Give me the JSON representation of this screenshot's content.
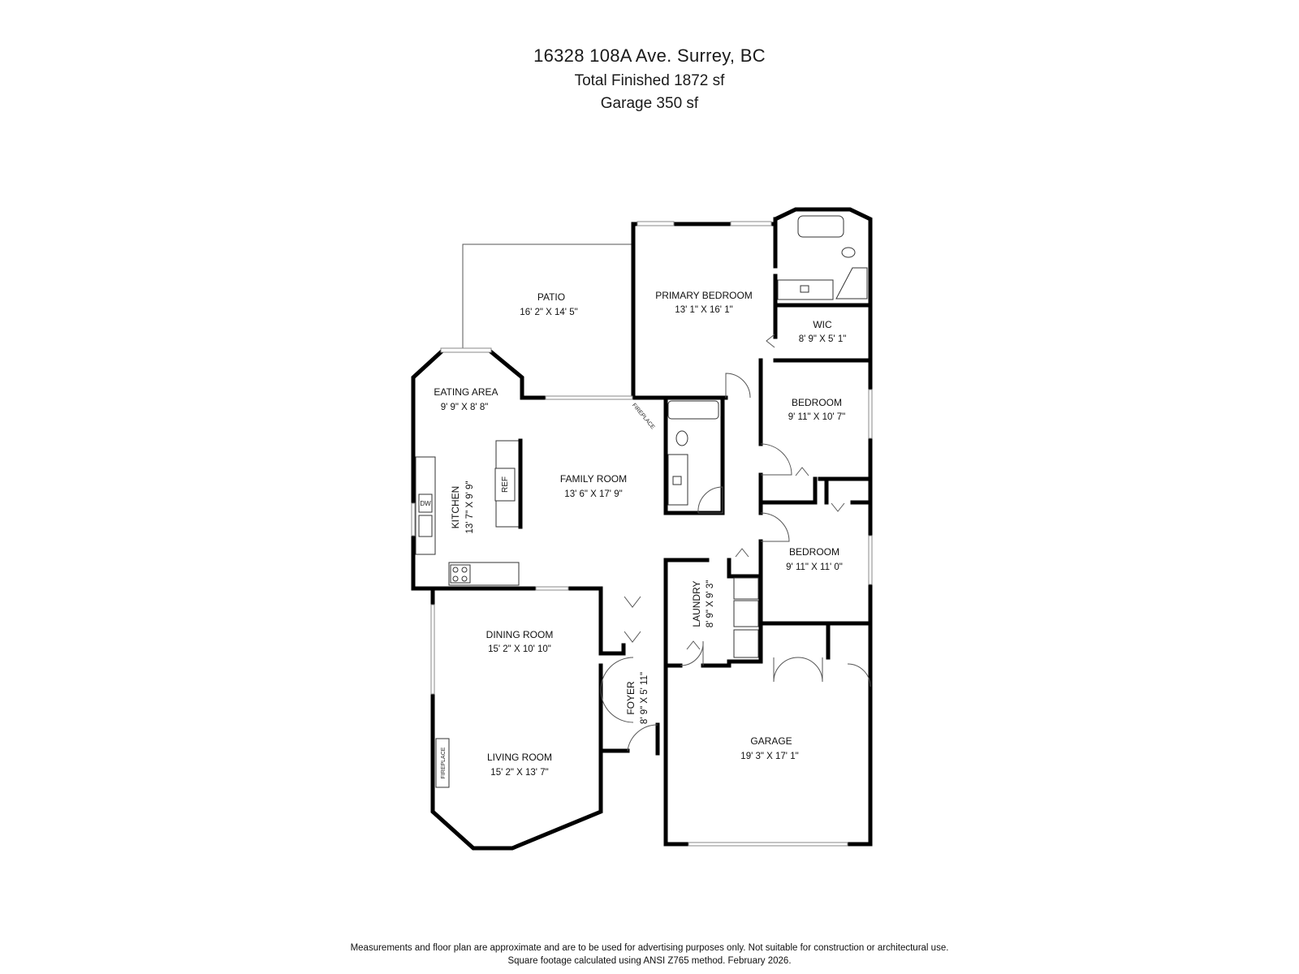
{
  "header": {
    "address": "16328 108A Ave. Surrey, BC",
    "total_finished": "Total Finished  1872 sf",
    "garage": "Garage  350 sf"
  },
  "rooms": {
    "patio": {
      "name": "PATIO",
      "dims": "16' 2\" X 14' 5\""
    },
    "primary_bedroom": {
      "name": "PRIMARY BEDROOM",
      "dims": "13' 1\" X 16' 1\""
    },
    "wic": {
      "name": "WIC",
      "dims": "8' 9\" X 5' 1\""
    },
    "eating_area": {
      "name": "EATING AREA",
      "dims": "9' 9\" X 8' 8\""
    },
    "bedroom_1": {
      "name": "BEDROOM",
      "dims": "9' 11\" X 10' 7\""
    },
    "family_room": {
      "name": "FAMILY ROOM",
      "dims": "13' 6\" X 17' 9\""
    },
    "kitchen": {
      "name": "KITCHEN",
      "dims": "13' 7\" X 9' 9\""
    },
    "bedroom_2": {
      "name": "BEDROOM",
      "dims": "9' 11\" X 11' 0\""
    },
    "laundry": {
      "name": "LAUNDRY",
      "dims": "8' 9\" X 9' 3\""
    },
    "dining_room": {
      "name": "DINING ROOM",
      "dims": "15' 2\" X 10' 10\""
    },
    "foyer": {
      "name": "FOYER",
      "dims": "8' 9\" X 5' 11\""
    },
    "garage": {
      "name": "GARAGE",
      "dims": "19' 3\" X 17' 1\""
    },
    "living_room": {
      "name": "LIVING ROOM",
      "dims": "15' 2\" X 13' 7\""
    }
  },
  "fixtures": {
    "ref": "REF",
    "dw": "DW",
    "fireplace_family": "FIREPLACE",
    "fireplace_living": "FIREPLACE"
  },
  "footer": {
    "line1": "Measurements and floor plan are approximate and are to be used for advertising purposes only. Not suitable for construction or architectural use.",
    "line2": "Square footage calculated using ANSI Z765 method. February 2026."
  }
}
